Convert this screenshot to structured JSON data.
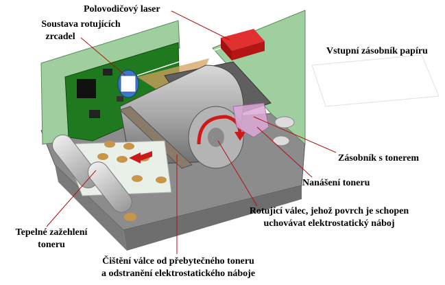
{
  "labels": {
    "laser": "Polovodičový laser",
    "mirrors_line1": "Soustava rotujících",
    "mirrors_line2": "zrcadel",
    "paper_input": "Vstupní zásobník papíru",
    "toner_container": "Zásobník s tonerem",
    "toner_application": "Nanášení toneru",
    "drum_line1": "Rotující válec, jehož povrch je schopen",
    "drum_line2": "uchovávat elektrostatický náboj",
    "fusing_line1": "Tepelné zažehlení",
    "fusing_line2": "toneru",
    "cleaning_line1": "Čištění válce od přebytečného toneru",
    "cleaning_line2": "a odstranění elektrostatického náboje"
  },
  "colors": {
    "housing": "#8c8c8c",
    "side_panel": "#9fcf9f",
    "circuit_board": "#1f7a1f",
    "laser_box": "#cc1a1a",
    "drum": "#9a9a9a",
    "arrow": "#cc1a1a",
    "toner_dot": "#c8964a"
  }
}
